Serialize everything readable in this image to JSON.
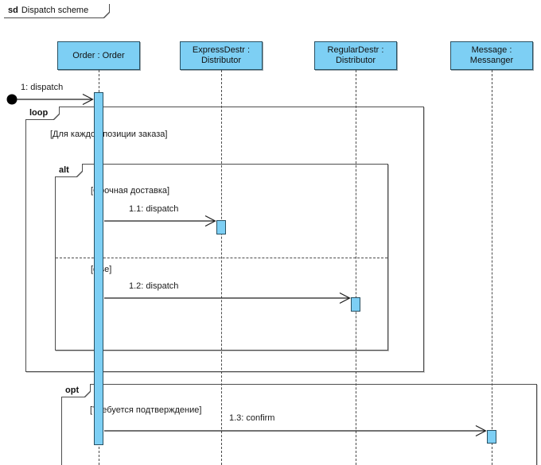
{
  "diagram": {
    "frame_keyword": "sd",
    "frame_title": "Dispatch scheme"
  },
  "lifelines": [
    {
      "name": "Order : Order"
    },
    {
      "name": "ExpressDestr : Distributor"
    },
    {
      "name": "RegularDestr : Distributor"
    },
    {
      "name": "Message : Messanger"
    }
  ],
  "fragments": {
    "loop": {
      "keyword": "loop",
      "guard": "[Для каждой позиции заказа]"
    },
    "alt": {
      "keyword": "alt",
      "guard_if": "[Срочная доставка]",
      "guard_else": "[else]"
    },
    "opt": {
      "keyword": "opt",
      "guard": "[Требуется подтверждение]"
    }
  },
  "messages": {
    "found": {
      "label": "1: dispatch"
    },
    "m11": {
      "label": "1.1: dispatch"
    },
    "m12": {
      "label": "1.2: dispatch"
    },
    "m13": {
      "label": "1.3: confirm"
    }
  },
  "colors": {
    "activation_fill": "#7dcff4",
    "shape_border": "#285062",
    "frame_border": "#4d4d4d"
  }
}
